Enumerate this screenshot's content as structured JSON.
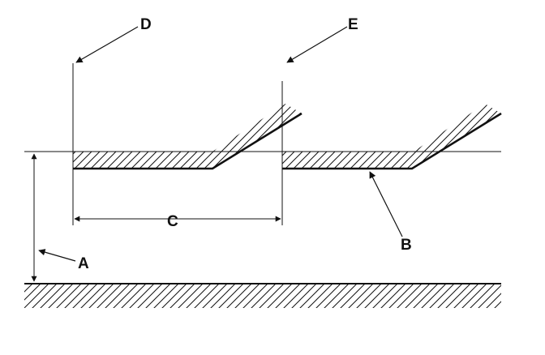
{
  "diagram": {
    "labels": {
      "A": "A",
      "B": "B",
      "C": "C",
      "D": "D",
      "E": "E"
    },
    "colors": {
      "ink": "#111111",
      "background": "#ffffff"
    }
  }
}
